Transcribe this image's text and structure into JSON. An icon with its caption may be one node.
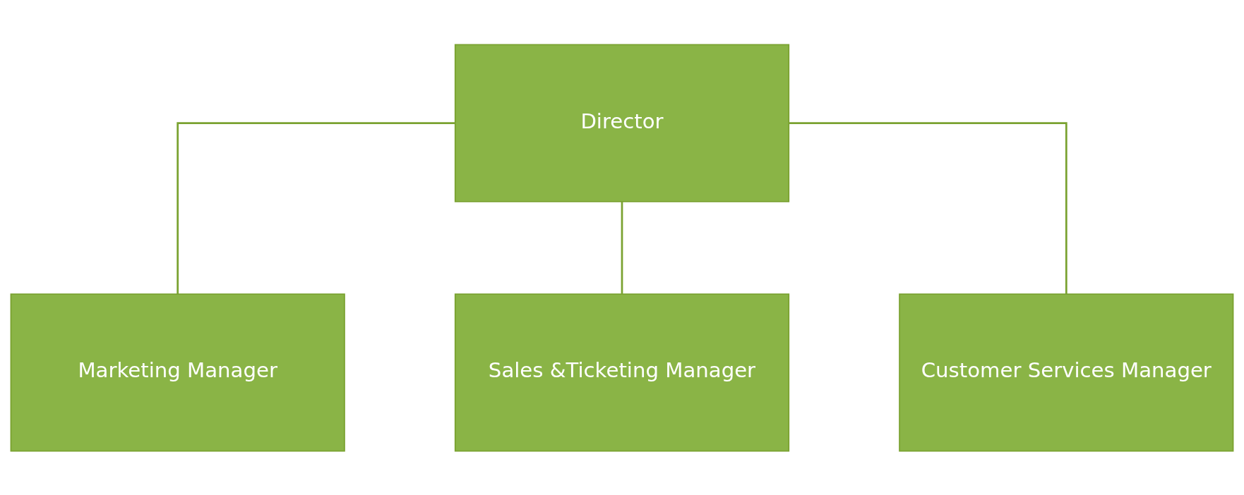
{
  "diagram": {
    "nodes": [
      {
        "text": [
          "Director"
        ]
      },
      {
        "text": [
          "Marketing Manager"
        ]
      },
      {
        "text": [
          "Sales &Ticketing Manager"
        ]
      },
      {
        "text": [
          "Customer Services Manager"
        ]
      }
    ],
    "edges": [
      {
        "from": 0,
        "to": 1,
        "arrow": "none"
      },
      {
        "from": 0,
        "to": 2,
        "arrow": "none"
      },
      {
        "from": 0,
        "to": 3,
        "arrow": "none"
      }
    ]
  }
}
